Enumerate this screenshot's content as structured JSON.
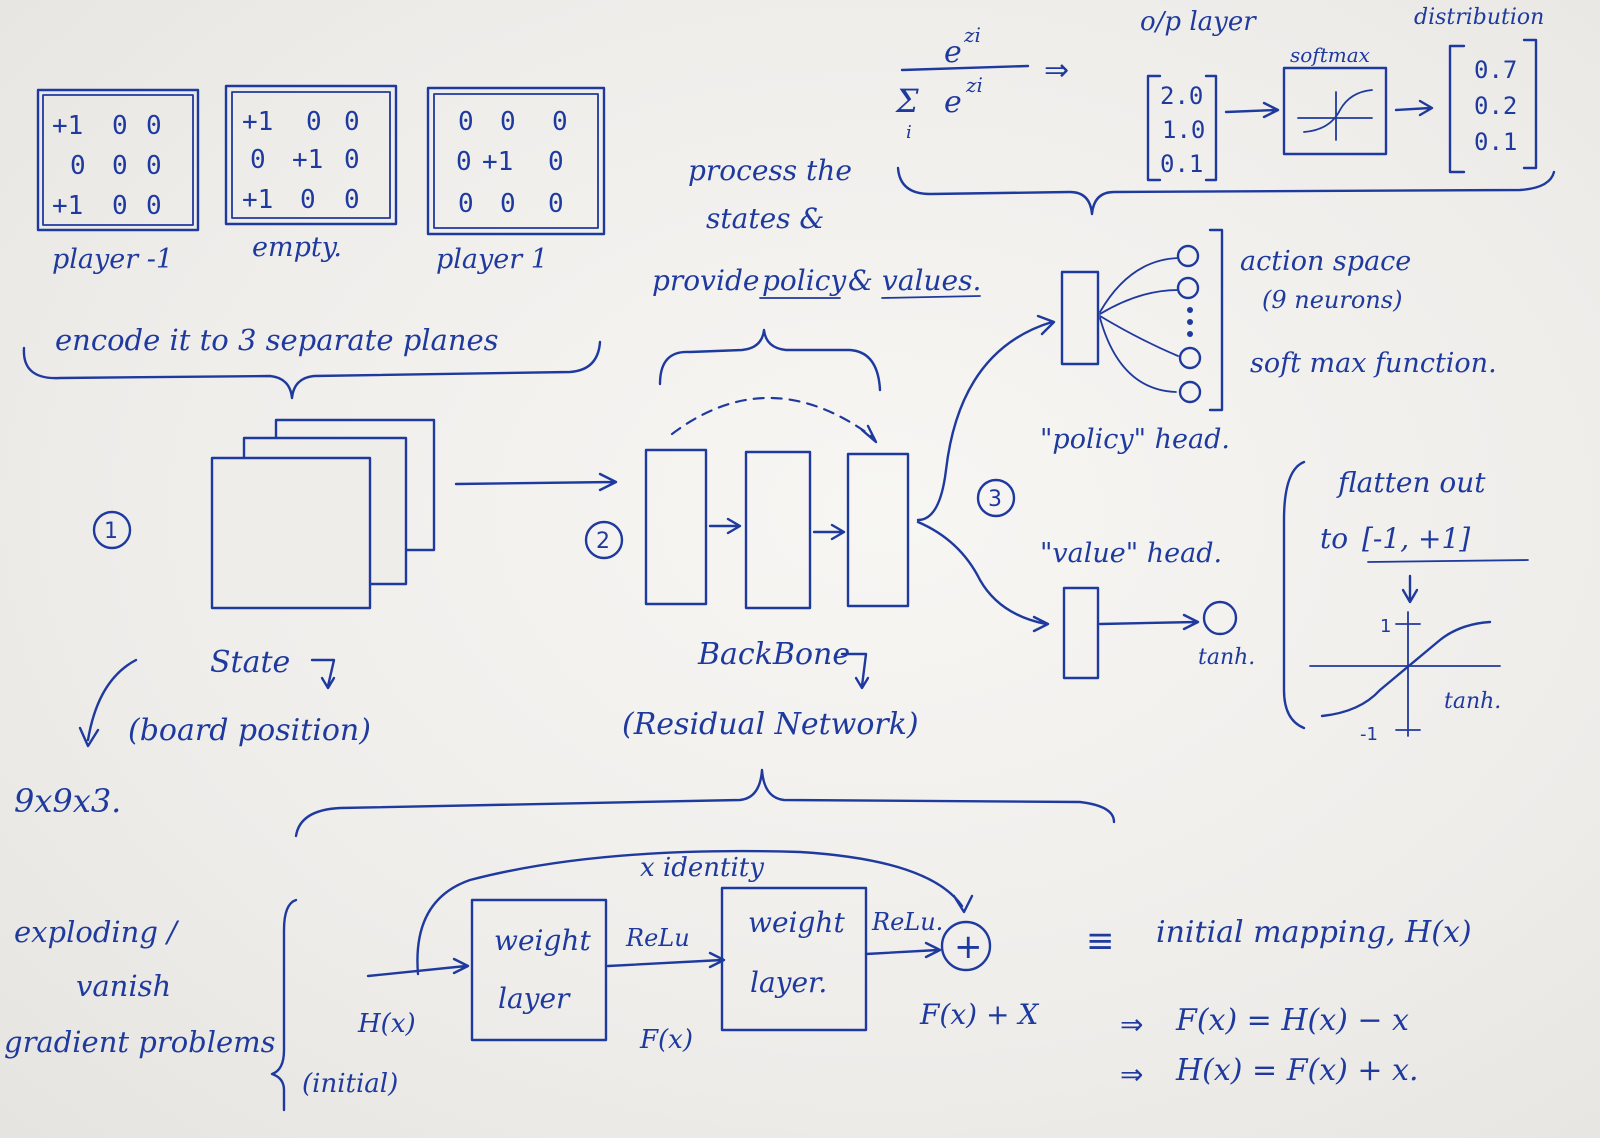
{
  "colors": {
    "ink": "#1f3a9e",
    "paper": "#efedea"
  },
  "encoding": {
    "planes": [
      {
        "rows": [
          [
            "+1",
            "0",
            "0"
          ],
          [
            "0",
            "0",
            "0"
          ],
          [
            "+1",
            "0",
            "0"
          ]
        ],
        "label": "player -1"
      },
      {
        "rows": [
          [
            "+1",
            "0",
            "0"
          ],
          [
            "0",
            "+1",
            "0"
          ],
          [
            "+1",
            "0",
            "0"
          ]
        ],
        "label": "empty."
      },
      {
        "rows": [
          [
            "0",
            "0",
            "0"
          ],
          [
            "0",
            "+1",
            "0"
          ],
          [
            "0",
            "0",
            "0"
          ]
        ],
        "label": "player 1"
      }
    ],
    "caption": "encode it to 3 separate planes"
  },
  "steps": {
    "one": "1",
    "two": "2",
    "three": "3"
  },
  "state": {
    "label": "State",
    "desc": "(board position)",
    "dims": "9x9x3."
  },
  "backbone": {
    "process_text_1": "process the",
    "process_text_2": "states &",
    "process_text_3": "provide",
    "policy_word": "policy",
    "amp": "&",
    "values_word": "values.",
    "label": "BackBone",
    "desc": "(Residual Network)"
  },
  "softmax_formula": {
    "numerator": "e",
    "numerator_exp": "zi",
    "sigma": "Σ",
    "sigma_sub": "i",
    "denominator": "e",
    "denominator_exp": "zi",
    "implies": "⇒"
  },
  "softmax_chain": {
    "op_layer_label": "o/p layer",
    "op_values": [
      "2.0",
      "1.0",
      "0.1"
    ],
    "softmax_label": "softmax",
    "dist_label": "distribution",
    "dist_values": [
      "0.7",
      "0.2",
      "0.1"
    ]
  },
  "policy_head": {
    "action_space": "action space",
    "neurons": "(9 neurons)",
    "softmax_fn": "soft max function.",
    "label": "\"policy\" head."
  },
  "value_head": {
    "label": "\"value\" head.",
    "tanh": "tanh.",
    "flatten_1": "flatten out",
    "flatten_2_to": "to",
    "flatten_2_range": "[-1, +1]",
    "graph_plus_one": "1",
    "graph_minus_one": "-1",
    "graph_tanh": "tanh."
  },
  "residual": {
    "problem_1": "exploding /",
    "problem_2": "vanish",
    "problem_3": "gradient problems",
    "x_identity": "x identity",
    "hx": "H(x)",
    "initial": "(initial)",
    "weight_layer_1a": "weight",
    "weight_layer_1b": "layer",
    "relu_1": "ReLu",
    "fx": "F(x)",
    "weight_layer_2a": "weight",
    "weight_layer_2b": "layer.",
    "relu_2": "ReLu.",
    "plus": "+",
    "fx_plus_x": "F(x) + X",
    "equiv": "≡",
    "mapping": "initial mapping, H(x)",
    "eq1_arrow": "⇒",
    "eq1": "F(x) = H(x) − x",
    "eq2_arrow": "⇒",
    "eq2": "H(x) = F(x) + x."
  }
}
